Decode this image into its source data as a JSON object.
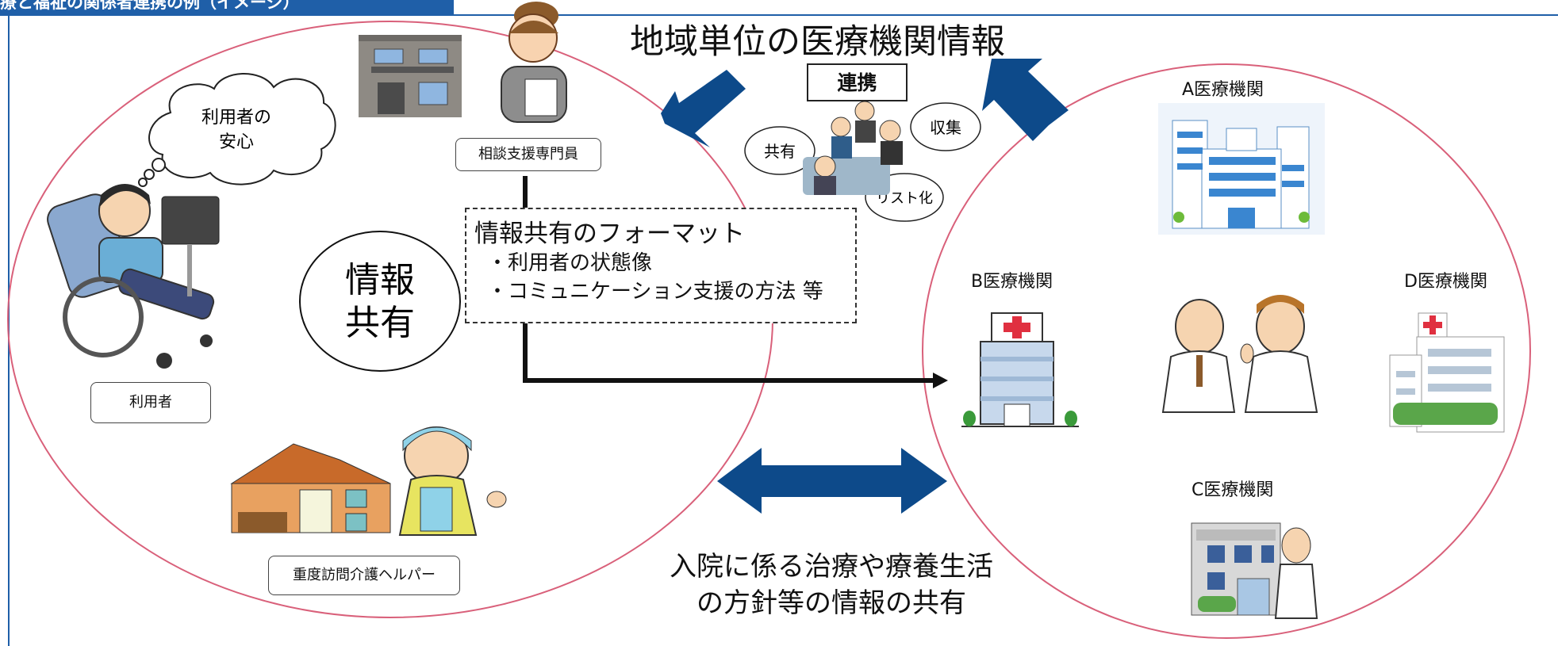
{
  "header": {
    "tab_text": "療と福祉の関係者連携の例（イメージ）"
  },
  "title": "地域単位の医療機関情報",
  "renkei": "連携",
  "bubbles": {
    "kyoyu": "共有",
    "shushu": "収集",
    "list": "リスト化"
  },
  "thought_bubble": {
    "line1": "利用者の",
    "line2": "安心"
  },
  "center_circle": {
    "line1": "情報",
    "line2": "共有"
  },
  "format_box": {
    "title": "情報共有のフォーマット",
    "items": [
      "・利用者の状態像",
      "・コミュニケーション支援の方法 等"
    ]
  },
  "labels": {
    "consultant": "相談支援専門員",
    "user": "利用者",
    "helper": "重度訪問介護ヘルパー"
  },
  "hospitals": {
    "a": "A医療機関",
    "b": "B医療機関",
    "c": "C医療機関",
    "d": "D医療機関"
  },
  "bottom_text": {
    "line1": "入院に係る治療や療養生活",
    "line2": "の方針等の情報の共有"
  },
  "colors": {
    "header": "#1f5fa8",
    "circle": "#d9607a",
    "arrow": "#0d4a8a"
  }
}
